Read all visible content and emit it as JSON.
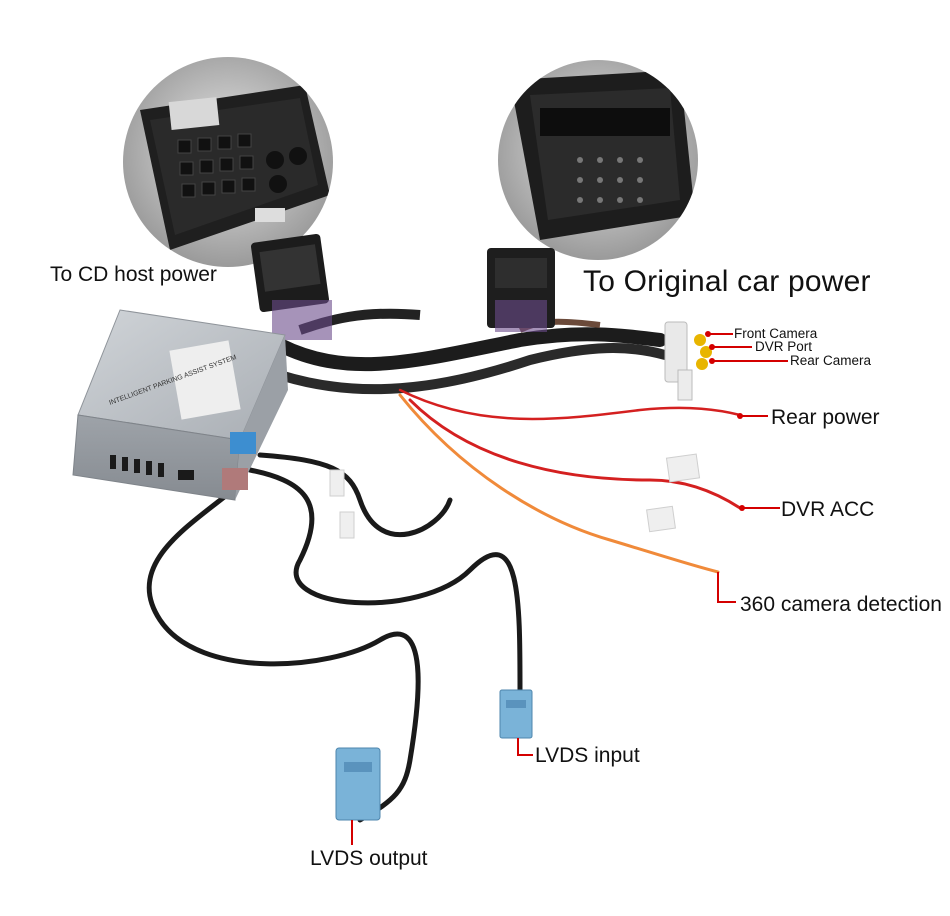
{
  "labels": {
    "cd_host_power": "To CD host power",
    "original_car_power": "To Original car power",
    "front_camera": "Front Camera",
    "dvr_port": "DVR Port",
    "rear_camera": "Rear Camera",
    "rear_power": "Rear power",
    "dvr_acc": "DVR ACC",
    "camera_360_detection": "360 camera detection",
    "lvds_input": "LVDS input",
    "lvds_output": "LVDS output"
  },
  "module": {
    "label_line": "INTELLIGENT PARKING ASSIST SYSTEM"
  },
  "colors": {
    "background": "#ffffff",
    "callout_line": "#d40000",
    "module_body": "#b9bec4",
    "cable_black": "#1a1a1a",
    "wire_orange": "#f08a3a",
    "wire_red": "#d42020",
    "lvds_connector": "#7ab3d8",
    "rca_yellow": "#e8b500"
  }
}
